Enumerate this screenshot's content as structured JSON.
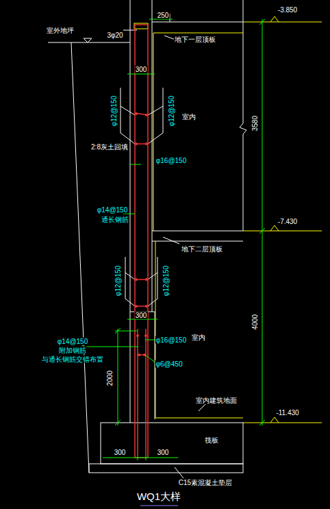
{
  "diagram": {
    "title": "WQ1大样",
    "nodes": [
      {
        "text": [
          "筏板"
        ]
      }
    ],
    "labels": [
      "-3.850",
      "250",
      "室外地坪",
      "3φ20",
      "地下一层顶板",
      "300",
      "φ12@150",
      "φ12@150",
      "室内",
      "3580",
      "2:8灰土回填",
      "φ16@150",
      "φ14@150",
      "通长钢筋",
      "-7.430",
      "地下二层顶板",
      "φ12@150",
      "φ12@150",
      "300",
      "室内",
      "4000",
      "φ14@150",
      "附加钢筋",
      "与通长钢筋交错布置",
      "φ16@150",
      "φ6@450",
      "2000",
      "室内建筑地面",
      "-11.430",
      "300",
      "300",
      "C15素混凝土垫层"
    ]
  }
}
